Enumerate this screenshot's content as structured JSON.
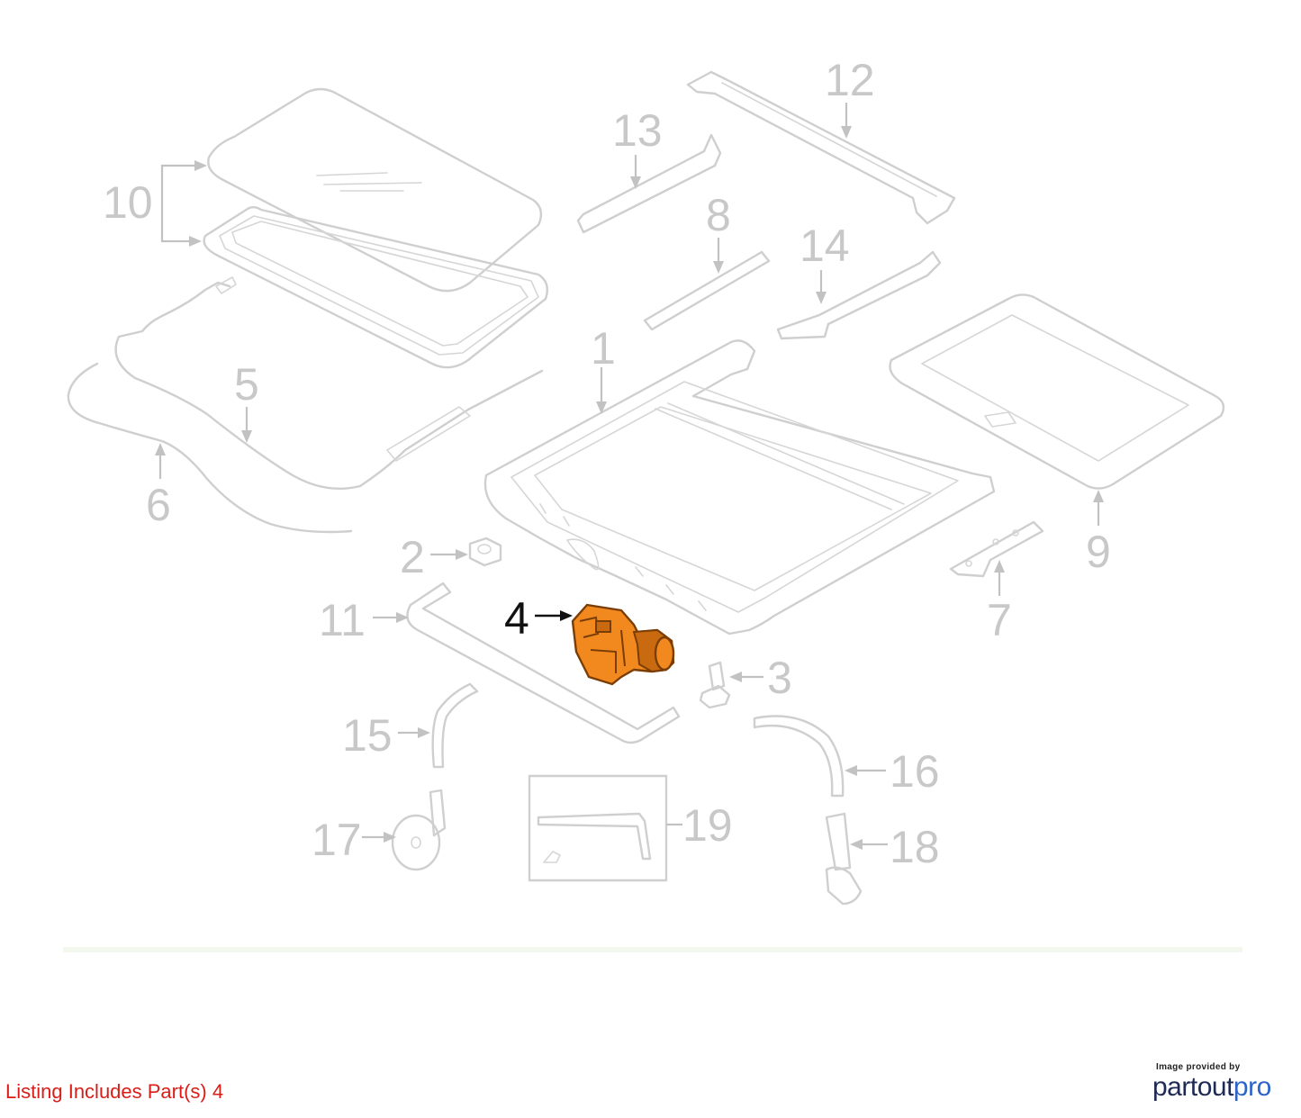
{
  "diagram": {
    "callouts": [
      "1",
      "2",
      "3",
      "5",
      "6",
      "7",
      "8",
      "9",
      "10",
      "11",
      "12",
      "13",
      "14",
      "15",
      "16",
      "17",
      "18",
      "19"
    ],
    "highlighted_callout": "4",
    "highlight_color": "#f2891f"
  },
  "footer": {
    "listing_note": "Listing Includes Part(s) 4",
    "listing_note_color": "#d91e18",
    "credit_caption": "Image provided by",
    "credit_brand_a": "partout",
    "credit_brand_b": "pro"
  }
}
